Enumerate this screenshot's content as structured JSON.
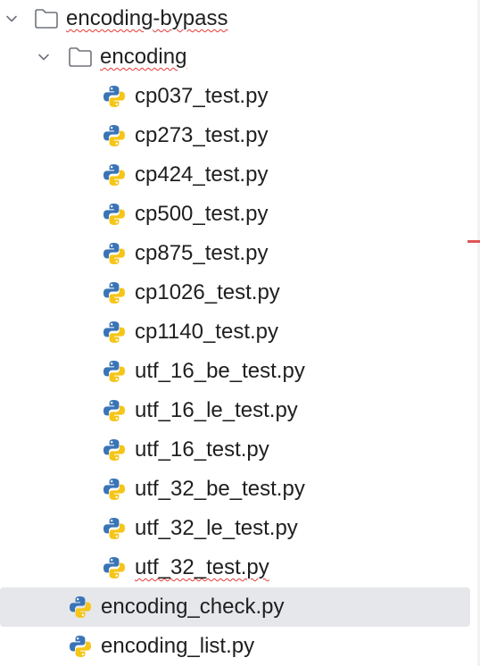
{
  "tree": {
    "root_folder": {
      "label": "encoding-bypass",
      "expanded": true,
      "has_error": true
    },
    "sub_folder": {
      "label": "encoding",
      "expanded": true,
      "has_error": true
    },
    "sub_files": [
      {
        "label": "cp037_test.py",
        "has_error": false
      },
      {
        "label": "cp273_test.py",
        "has_error": false
      },
      {
        "label": "cp424_test.py",
        "has_error": false
      },
      {
        "label": "cp500_test.py",
        "has_error": false
      },
      {
        "label": "cp875_test.py",
        "has_error": false
      },
      {
        "label": "cp1026_test.py",
        "has_error": false
      },
      {
        "label": "cp1140_test.py",
        "has_error": false
      },
      {
        "label": "utf_16_be_test.py",
        "has_error": false
      },
      {
        "label": "utf_16_le_test.py",
        "has_error": false
      },
      {
        "label": "utf_16_test.py",
        "has_error": false
      },
      {
        "label": "utf_32_be_test.py",
        "has_error": false
      },
      {
        "label": "utf_32_le_test.py",
        "has_error": false
      },
      {
        "label": "utf_32_test.py",
        "has_error": true
      }
    ],
    "root_files": [
      {
        "label": "encoding_check.py",
        "selected": true
      },
      {
        "label": "encoding_list.py",
        "selected": false
      }
    ]
  },
  "icons": {
    "chevron": "chevron-down-icon",
    "folder": "folder-icon",
    "python": "python-file-icon"
  },
  "colors": {
    "selection_bg": "#e6e7ea",
    "error_underline": "#e53935",
    "python_blue": "#3a74b7",
    "python_yellow": "#f5c518",
    "error_stripe": "#e05555"
  }
}
